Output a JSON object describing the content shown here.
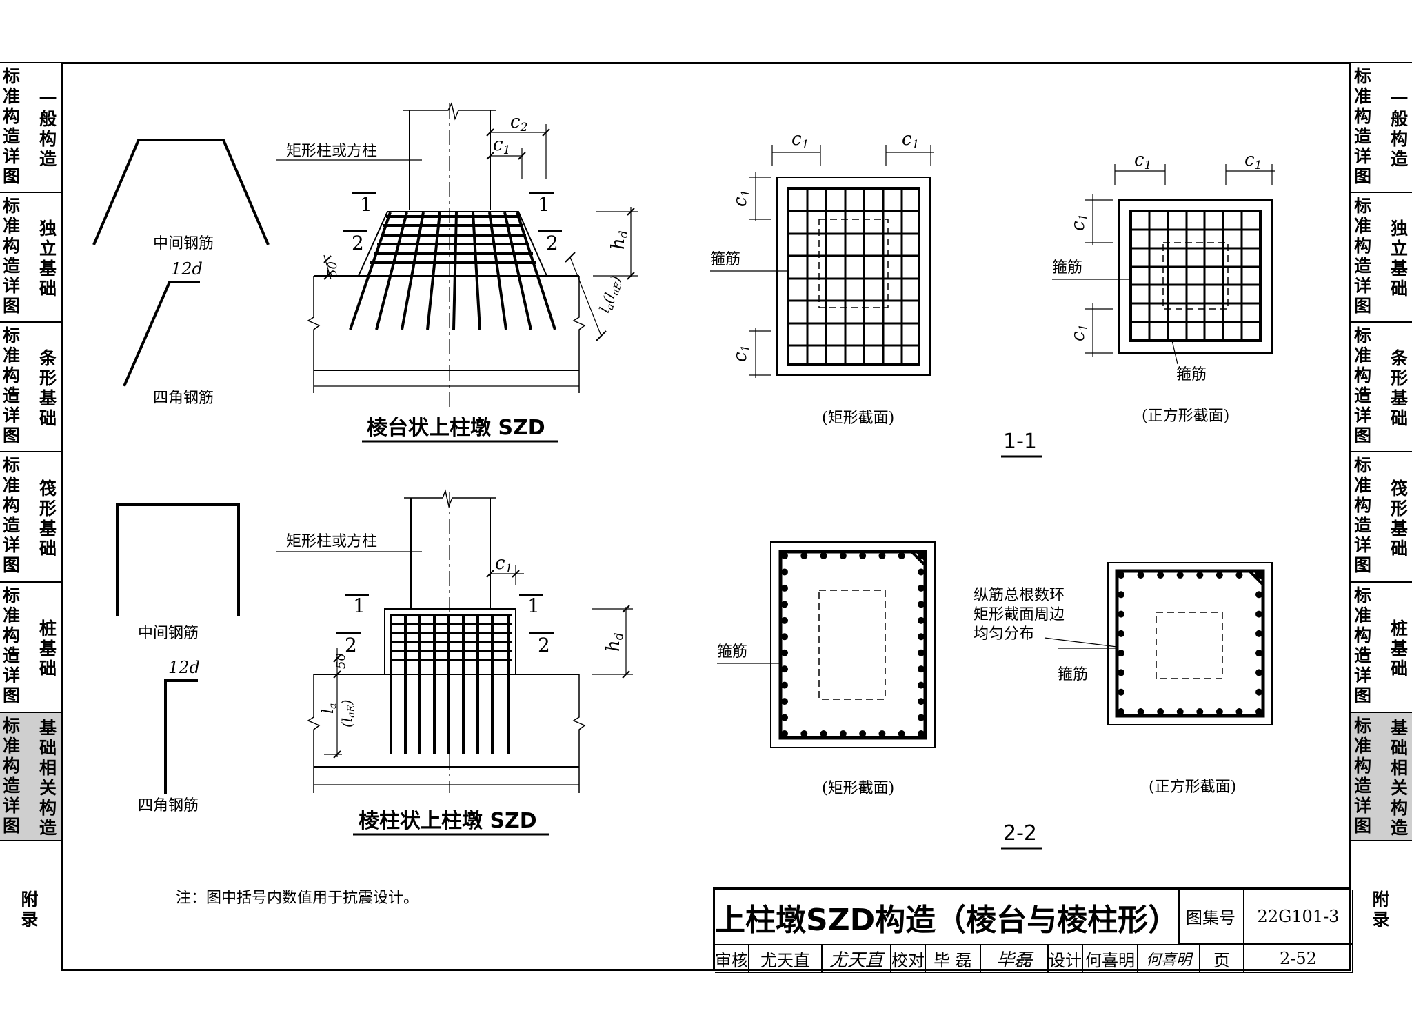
{
  "side_tabs": [
    {
      "col1": [
        "标",
        "准",
        "构",
        "造",
        "详",
        "图"
      ],
      "col2": [
        "一",
        "般",
        "构",
        "造"
      ],
      "active": false
    },
    {
      "col1": [
        "标",
        "准",
        "构",
        "造",
        "详",
        "图"
      ],
      "col2": [
        "独",
        "立",
        "基",
        "础"
      ],
      "active": false
    },
    {
      "col1": [
        "标",
        "准",
        "构",
        "造",
        "详",
        "图"
      ],
      "col2": [
        "条",
        "形",
        "基",
        "础"
      ],
      "active": false
    },
    {
      "col1": [
        "标",
        "准",
        "构",
        "造",
        "详",
        "图"
      ],
      "col2": [
        "筏",
        "形",
        "基",
        "础"
      ],
      "active": false
    },
    {
      "col1": [
        "标",
        "准",
        "构",
        "造",
        "详",
        "图"
      ],
      "col2": [
        "桩",
        "基",
        "础"
      ],
      "active": false
    },
    {
      "col1": [
        "标",
        "准",
        "构",
        "造",
        "详",
        "图"
      ],
      "col2": [
        "基",
        "础",
        "相",
        "关",
        "构",
        "造"
      ],
      "active": true
    },
    {
      "col1": [],
      "col2": [
        "附",
        "录"
      ],
      "active": false
    }
  ],
  "labels": {
    "mid_bar_1": "中间钢筋",
    "corner_bar_1": "四角钢筋",
    "hook_1": "12d",
    "mid_bar_2": "中间钢筋",
    "corner_bar_2": "四角钢筋",
    "hook_2": "12d",
    "col_callout_1": "矩形柱或方柱",
    "col_callout_2": "矩形柱或方柱",
    "c1": "c",
    "c1_sub": "1",
    "c2": "c",
    "c2_sub": "2",
    "hd": "h",
    "hd_sub": "d",
    "la": "l",
    "la_sub": "a",
    "lae": "(l",
    "lae_sub": "aE",
    "lae_close": ")",
    "fifty": "50",
    "sec1": "1",
    "sec2": "2",
    "stirrup": "箍筋",
    "rect_section": "(矩形截面)",
    "square_section": "(正方形截面)",
    "long_bar_note": [
      "纵筋总根数环",
      "矩形截面周边",
      "均匀分布"
    ]
  },
  "titles": {
    "szd_frustum": "棱台状上柱墩 SZD",
    "szd_prism": "棱柱状上柱墩 SZD",
    "section_1": "1-1",
    "section_2": "2-2"
  },
  "note": "注：图中括号内数值用于抗震设计。",
  "title_block": {
    "title": "上柱墩SZD构造（棱台与棱柱形）",
    "atlas_label": "图集号",
    "atlas_no": "22G101-3",
    "review_label": "审核",
    "reviewer": "尤天直",
    "check_label": "校对",
    "checker": "毕 磊",
    "design_label": "设计",
    "designer": "何喜明",
    "page_label": "页",
    "page_no": "2-52",
    "sig_review": "尤天直",
    "sig_check": "毕磊",
    "sig_design": "何喜明"
  }
}
